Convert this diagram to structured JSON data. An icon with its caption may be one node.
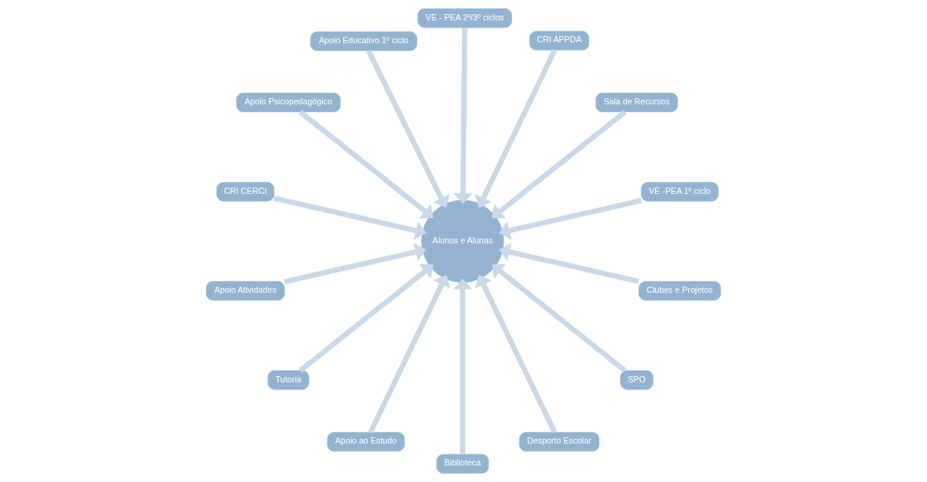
{
  "diagram": {
    "nodes": [
      {
        "text": [
          "VE -PEA 1º ciclo"
        ]
      },
      {
        "text": [
          "Sala de Recursos"
        ]
      },
      {
        "text": [
          "CRI APPDA"
        ]
      },
      {
        "text": [
          "VE - PEA 2º/3º ciclos"
        ]
      },
      {
        "text": [
          "Apoio Educativo 1º ciclo"
        ]
      },
      {
        "text": [
          "Apoio Psicopedagógico"
        ]
      },
      {
        "text": [
          "CRI CERCI"
        ]
      },
      {
        "text": [
          "Apoio Atividades"
        ]
      },
      {
        "text": [
          "Tutoria"
        ]
      },
      {
        "text": [
          "Apoio ao Estudo"
        ]
      },
      {
        "text": [
          "Biblioteca"
        ]
      },
      {
        "text": [
          "Desporto Escolar"
        ]
      },
      {
        "text": [
          "SPO"
        ]
      },
      {
        "text": [
          "Clubes e Projetos"
        ]
      },
      {
        "text": [
          "Alunos e Alunas"
        ]
      }
    ],
    "edges": [
      {
        "from": 0,
        "to": 14,
        "arrow": "to"
      },
      {
        "from": 1,
        "to": 14,
        "arrow": "to"
      },
      {
        "from": 2,
        "to": 14,
        "arrow": "to"
      },
      {
        "from": 3,
        "to": 14,
        "arrow": "to"
      },
      {
        "from": 4,
        "to": 14,
        "arrow": "to"
      },
      {
        "from": 5,
        "to": 14,
        "arrow": "to"
      },
      {
        "from": 6,
        "to": 14,
        "arrow": "to"
      },
      {
        "from": 7,
        "to": 14,
        "arrow": "to"
      },
      {
        "from": 8,
        "to": 14,
        "arrow": "to"
      },
      {
        "from": 9,
        "to": 14,
        "arrow": "to"
      },
      {
        "from": 10,
        "to": 14,
        "arrow": "to"
      },
      {
        "from": 11,
        "to": 14,
        "arrow": "to"
      },
      {
        "from": 12,
        "to": 14,
        "arrow": "to"
      },
      {
        "from": 13,
        "to": 14,
        "arrow": "to"
      }
    ]
  }
}
